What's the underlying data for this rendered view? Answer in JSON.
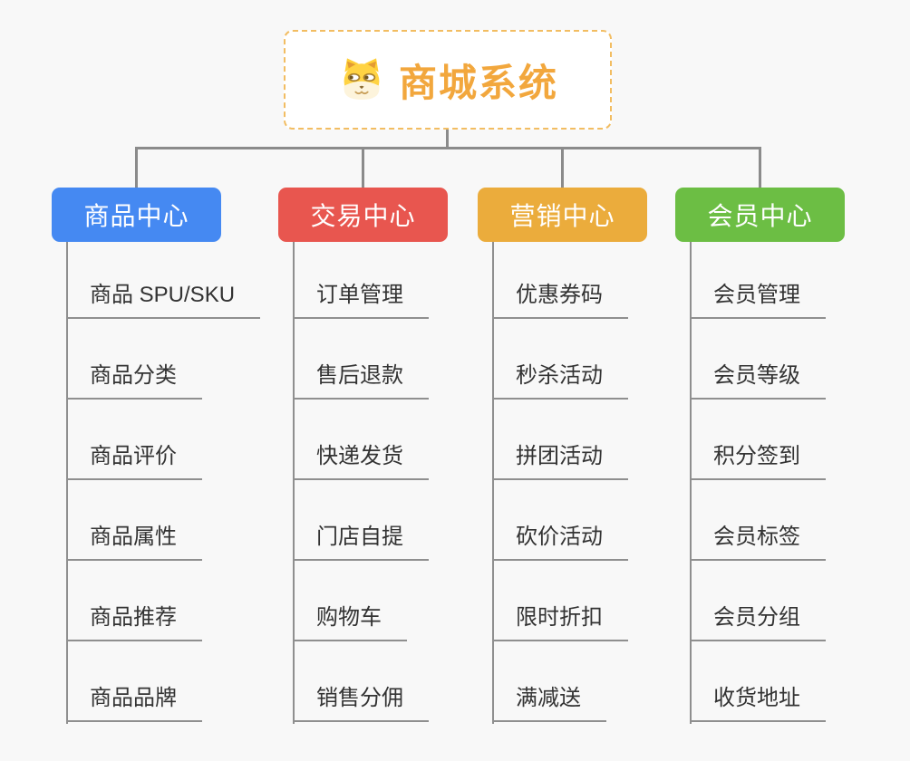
{
  "root": {
    "title": "商城系统",
    "icon": "dog-face-icon",
    "title_color": "#f2a73d",
    "border_color": "#f2bd62"
  },
  "connector_color": "#8b8b8b",
  "branches": [
    {
      "label": "商品中心",
      "color": "#4589f2",
      "items": [
        "商品 SPU/SKU",
        "商品分类",
        "商品评价",
        "商品属性",
        "商品推荐",
        "商品品牌"
      ]
    },
    {
      "label": "交易中心",
      "color": "#e8564f",
      "items": [
        "订单管理",
        "售后退款",
        "快递发货",
        "门店自提",
        "购物车",
        "销售分佣"
      ]
    },
    {
      "label": "营销中心",
      "color": "#ebac3c",
      "items": [
        "优惠券码",
        "秒杀活动",
        "拼团活动",
        "砍价活动",
        "限时折扣",
        "满减送"
      ]
    },
    {
      "label": "会员中心",
      "color": "#6cbe44",
      "items": [
        "会员管理",
        "会员等级",
        "积分签到",
        "会员标签",
        "会员分组",
        "收货地址"
      ]
    }
  ]
}
